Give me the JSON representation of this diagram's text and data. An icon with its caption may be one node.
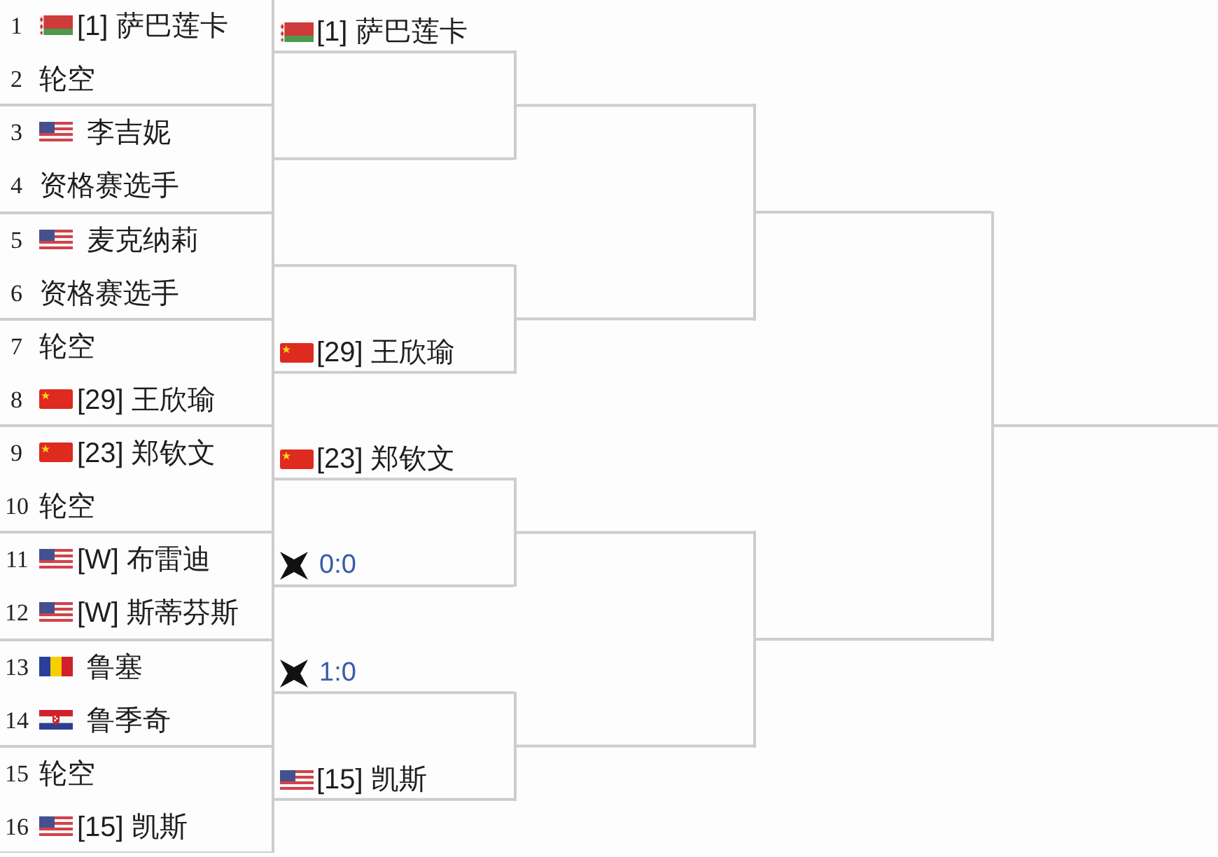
{
  "diagram": {
    "nodes": [
      {
        "text": [
          "1",
          "[1] 萨巴莲卡",
          "2",
          "轮空"
        ]
      },
      {
        "text": [
          "3",
          "李吉妮",
          "4",
          "资格赛选手"
        ]
      },
      {
        "text": [
          "5",
          "麦克纳莉",
          "6",
          "资格赛选手"
        ]
      },
      {
        "text": [
          "7",
          "轮空",
          "8",
          "[29] 王欣瑜"
        ]
      },
      {
        "text": [
          "9",
          "[23] 郑钦文",
          "10",
          "轮空"
        ]
      },
      {
        "text": [
          "11",
          "[W] 布雷迪",
          "12",
          "[W] 斯蒂芬斯"
        ]
      },
      {
        "text": [
          "13",
          "鲁塞",
          "14",
          "鲁季奇"
        ]
      },
      {
        "text": [
          "15",
          "轮空",
          "16",
          "[15] 凯斯"
        ]
      },
      {
        "text": [],
        "shape": "bar"
      },
      {
        "text": [],
        "shape": "bar"
      },
      {
        "text": [],
        "shape": "bar"
      },
      {
        "text": [],
        "shape": "bar"
      },
      {
        "text": [],
        "shape": "bar"
      },
      {
        "text": [],
        "shape": "bar"
      },
      {
        "text": [],
        "shape": "bar"
      }
    ],
    "edges": [
      {
        "from": 0,
        "to": 8,
        "arrow": "none",
        "label": "[1] 萨巴莲卡"
      },
      {
        "from": 1,
        "to": 8,
        "arrow": "none"
      },
      {
        "from": 2,
        "to": 9,
        "arrow": "none"
      },
      {
        "from": 3,
        "to": 9,
        "arrow": "none",
        "label": "[29] 王欣瑜"
      },
      {
        "from": 4,
        "to": 10,
        "arrow": "none",
        "label": "[23] 郑钦文"
      },
      {
        "from": 5,
        "to": 10,
        "arrow": "none",
        "label": "0:0"
      },
      {
        "from": 6,
        "to": 11,
        "arrow": "none",
        "label": "1:0"
      },
      {
        "from": 7,
        "to": 11,
        "arrow": "none",
        "label": "[15] 凯斯"
      },
      {
        "from": 8,
        "to": 12,
        "arrow": "none"
      },
      {
        "from": 9,
        "to": 12,
        "arrow": "none"
      },
      {
        "from": 10,
        "to": 13,
        "arrow": "none"
      },
      {
        "from": 11,
        "to": 13,
        "arrow": "none"
      },
      {
        "from": 12,
        "to": 14,
        "arrow": "none"
      },
      {
        "from": 13,
        "to": 14,
        "arrow": "none"
      },
      {
        "from": 14,
        "to": null,
        "arrow": "none"
      }
    ]
  }
}
